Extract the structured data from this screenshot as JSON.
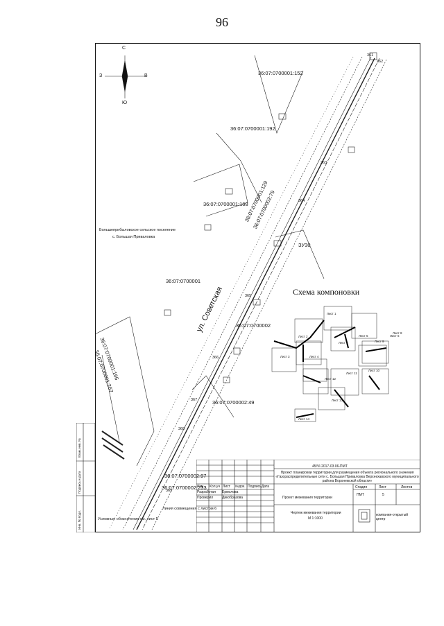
{
  "page": {
    "number": "96"
  },
  "compass": {
    "north": "С",
    "south": "Ю",
    "east": "В",
    "west": "З"
  },
  "map": {
    "street": "ул. Советская",
    "settlement": [
      "Большеприбыловское сельское поселение",
      "с. Большая Приваловка"
    ],
    "parcels": {
      "p152": "36:07:0700001:152",
      "p192": "36:07:0700001:192",
      "p168": "36:07:0700001:168",
      "p129": "36:07:0700001:129",
      "p279": "36:07:0700002:79",
      "block1": "36:07:0700001",
      "block2": "36:07:0700002",
      "p166": "36:07:0700001:166",
      "p267": "36:07:0700001:267",
      "p249": "36:07:0700002:49",
      "p297": "36:07:0700002:97",
      "p233": "36:07:0700002:233"
    },
    "zone": "ЗУ30",
    "points": [
      "361",
      "362",
      "363",
      "364",
      "365",
      "366",
      "367",
      "368",
      "369"
    ]
  },
  "scheme": {
    "title": "Схема компоновки",
    "sheets": [
      "Лист 1",
      "Лист 2",
      "Лист 3",
      "Лист 4",
      "Лист 5",
      "Лист 6",
      "Лист 7",
      "Лист 8",
      "Лист 9",
      "Лист 10",
      "Лист 11",
      "Лист 12",
      "Лист 13",
      "Лист 14"
    ]
  },
  "stamp": {
    "code": "45/VI.2017-03.06-ПМТ",
    "project": "Проект планировки территории для размещения объекта регионального значения «Газораспределительные сети с. Большая Приваловка Верхнехавского муниципального района Воронежской области»",
    "headers": [
      "Изм.",
      "Кол.уч",
      "Лист",
      "№док.",
      "Подпись",
      "Дата"
    ],
    "role1": "Разработал",
    "name1": "Ермолова",
    "role2": "Проверил",
    "name2": "Дикобразова",
    "doc_title": "Проект межевания территории",
    "stage_h": "Стадия",
    "sheet_h": "Лист",
    "sheets_h": "Листов",
    "stage": "ПМТ",
    "sheet": "5",
    "drawing": "Чертеж межевания территории",
    "scale": "М 1:1000",
    "org": "компания-открытый центр"
  },
  "side": {
    "s1": "Взам. инв. №",
    "s2": "Подпись и дата",
    "s3": "Инв. № подл."
  },
  "notes": {
    "join": "Линия совмещения с листом 6",
    "legend": "Условные обозначения см. лист 5"
  }
}
